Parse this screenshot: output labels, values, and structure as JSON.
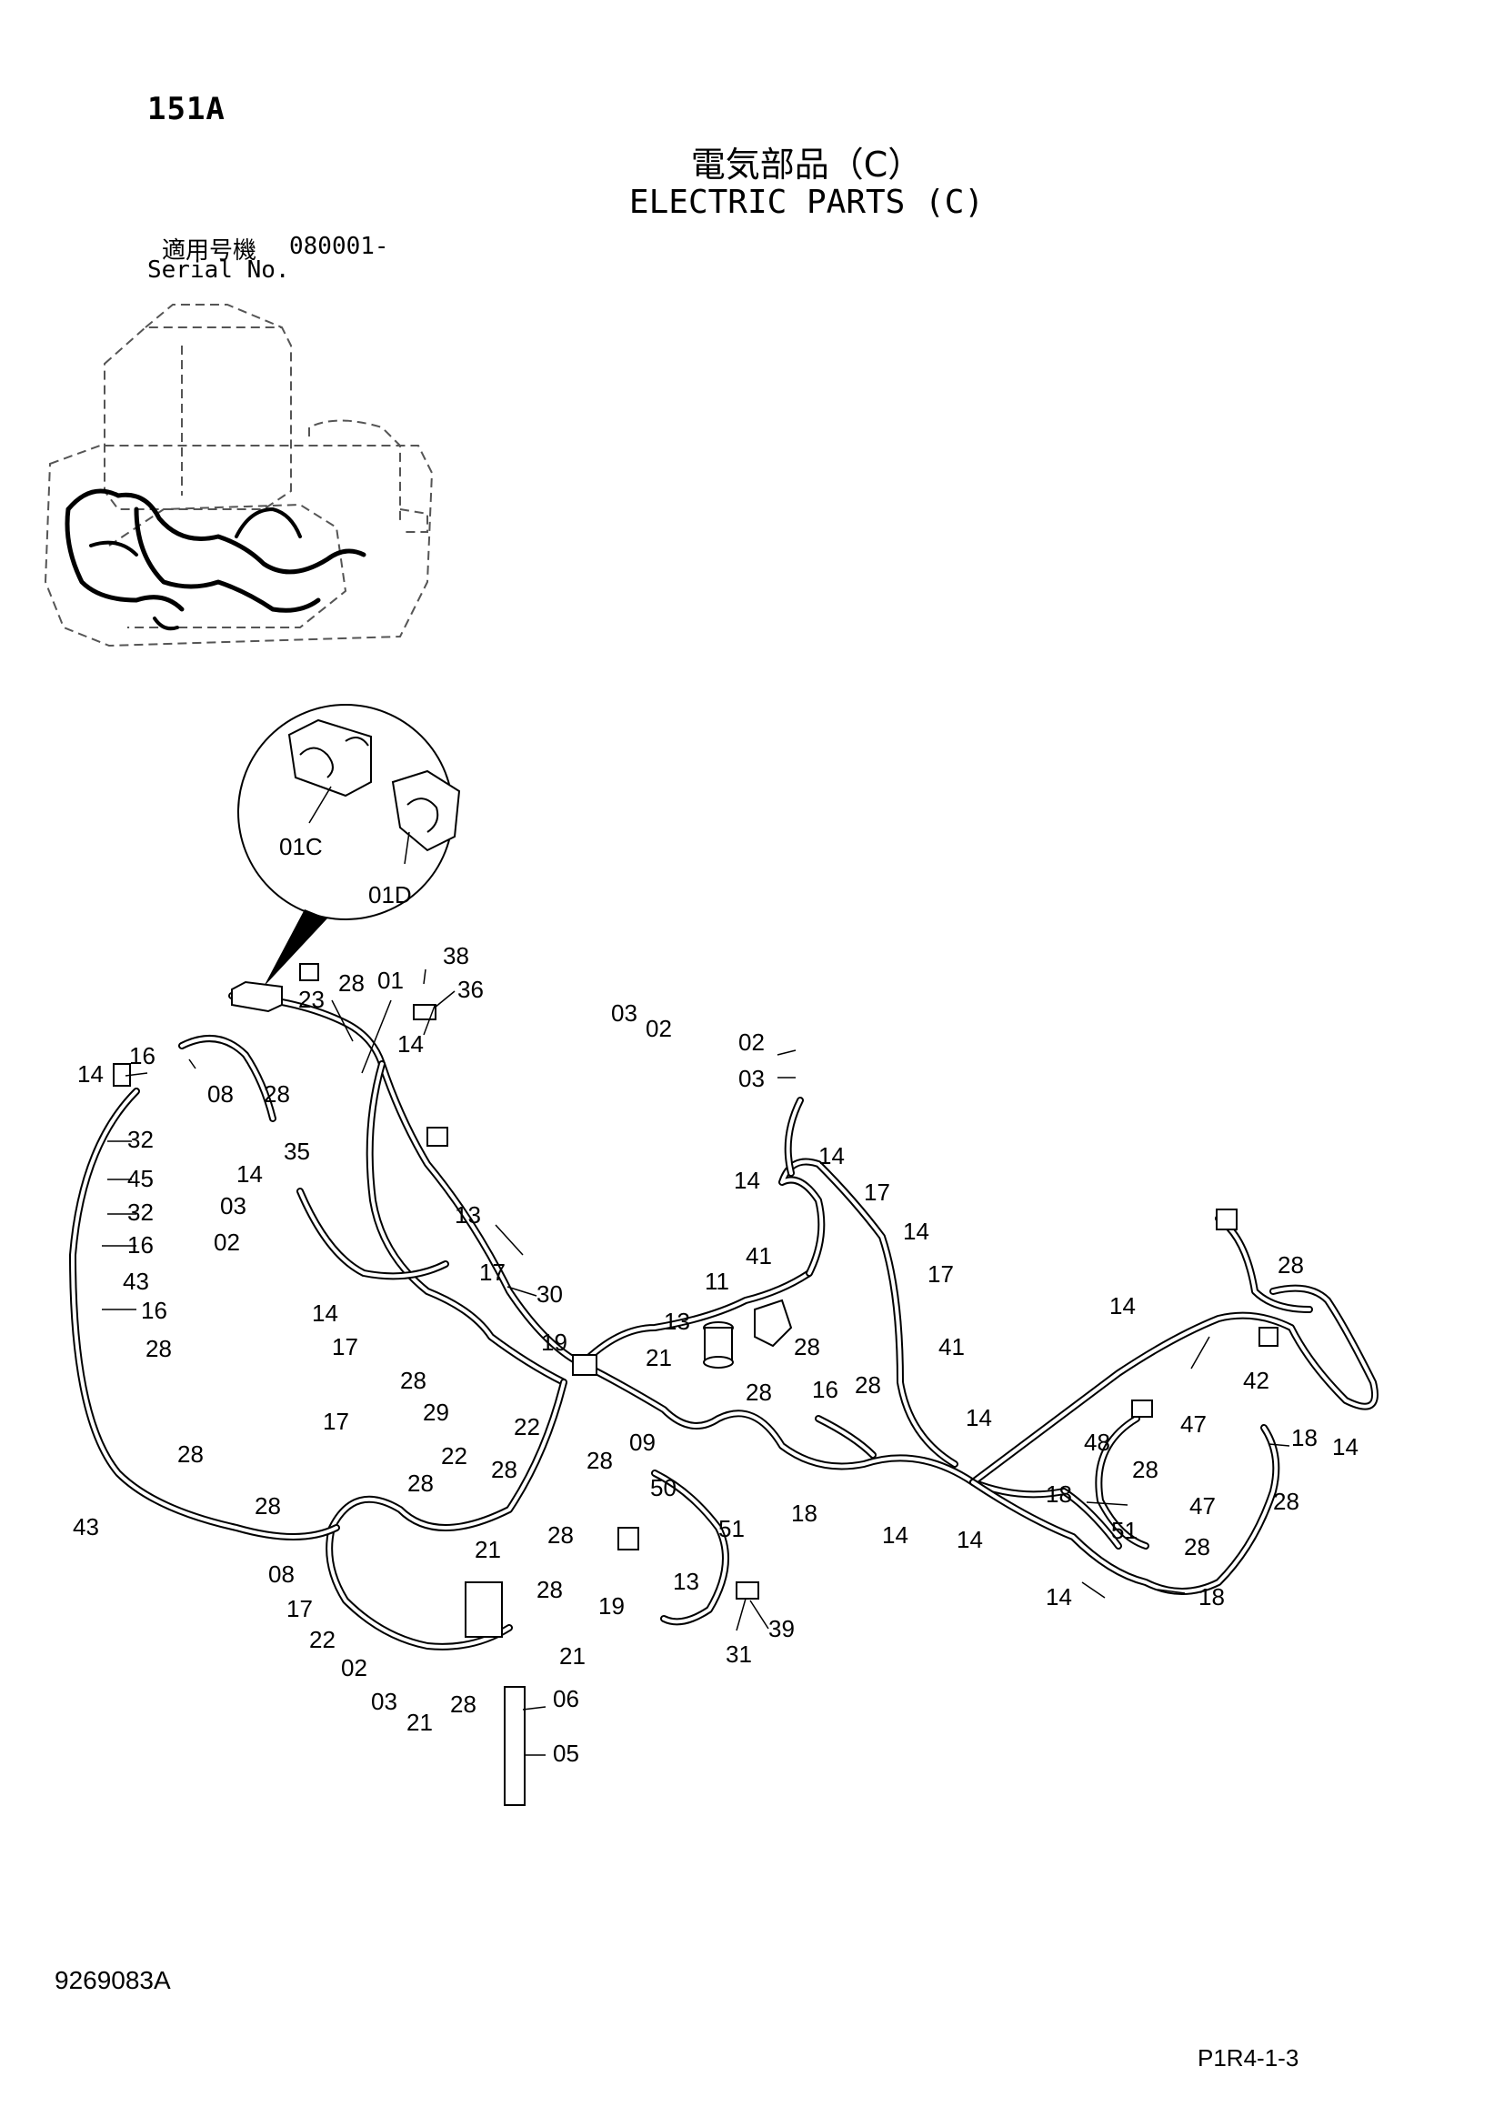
{
  "header": {
    "page_code": "151A",
    "title_jp": "電気部品（C）",
    "title_en": "ELECTRIC PARTS (C)",
    "serial_label_jp": "適用号機",
    "serial_value": "080001-",
    "serial_label_en": "Serial No."
  },
  "detail": {
    "callouts": [
      "01C",
      "01D"
    ]
  },
  "callouts": {
    "c01": "01",
    "c23": "23",
    "c28a": "28",
    "c38": "38",
    "c36": "36",
    "c03a": "03",
    "c02a": "02",
    "c02b": "02",
    "c03b": "03",
    "c14a": "14",
    "c16a": "16",
    "c08a": "08",
    "c28b": "28",
    "c14b": "14",
    "c32a": "32",
    "c45": "45",
    "c32b": "32",
    "c16b": "16",
    "c43a": "43",
    "c16c": "16",
    "c28c": "28",
    "c35": "35",
    "c14c": "14",
    "c03c": "03",
    "c02c": "02",
    "c13a": "13",
    "c17a": "17",
    "c30": "30",
    "c14d": "14",
    "c17b": "17",
    "c19a": "19",
    "c28d": "28",
    "c29": "29",
    "c22a": "22",
    "c17c": "17",
    "c28e": "28",
    "c43b": "43",
    "c28f": "28",
    "c28g": "28",
    "c22b": "22",
    "c28h": "28",
    "c21a": "21",
    "c08b": "08",
    "c17d": "17",
    "c22c": "22",
    "c02d": "02",
    "c03d": "03",
    "c21b": "21",
    "c28i": "28",
    "c28j": "28",
    "c21c": "21",
    "c06": "06",
    "c05": "05",
    "c14e": "14",
    "c14f": "14",
    "c17e": "17",
    "c14g": "14",
    "c17f": "17",
    "c41a": "41",
    "c11": "11",
    "c13b": "13",
    "c28k": "28",
    "c21d": "21",
    "c28l": "28",
    "c28m": "28",
    "c41b": "41",
    "c16d": "16",
    "c09": "09",
    "c28n": "28",
    "c50": "50",
    "c51a": "51",
    "c18a": "18",
    "c28o": "28",
    "c19b": "19",
    "c13c": "13",
    "c39": "39",
    "c31": "31",
    "c14h": "14",
    "c14i": "14",
    "c14j": "14",
    "c14k": "14",
    "c28p": "28",
    "c42": "42",
    "c18b": "18",
    "c14l": "14",
    "c28q": "28",
    "c48": "48",
    "c47a": "47",
    "c28r": "28",
    "c47b": "47",
    "c18c": "18",
    "c51b": "51",
    "c28s": "28",
    "c14m": "14",
    "c18d": "18"
  },
  "footer": {
    "drawing_no": "9269083A",
    "section_ref": "P1R4-1-3"
  }
}
